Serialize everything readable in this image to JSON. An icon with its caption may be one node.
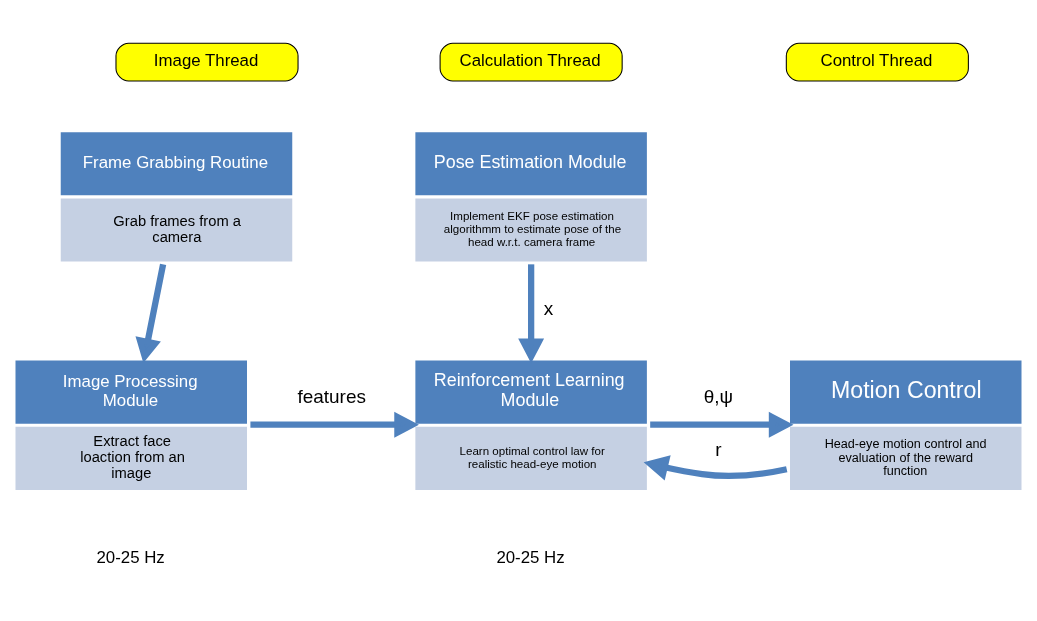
{
  "diagram": {
    "nodes": [
      {
        "text": [
          "Image Thread"
        ]
      },
      {
        "text": [
          "Calculation Thread"
        ]
      },
      {
        "text": [
          "Control Thread"
        ]
      },
      {
        "text": [
          "Frame Grabbing Routine",
          "Grab frames from a camera"
        ]
      },
      {
        "text": [
          "Pose Estimation Module",
          "Implement EKF pose estimation algorithmm to estimate pose of the head w.r.t. camera frame"
        ]
      },
      {
        "text": [
          "Image Processing Module",
          "Extract face loaction from an image"
        ]
      },
      {
        "text": [
          "Reinforcement Learning Module",
          "Learn optimal control law for realistic head-eye motion"
        ]
      },
      {
        "text": [
          "Motion Control",
          "Head-eye motion control and evaluation of the reward function"
        ]
      }
    ],
    "edges": [
      {
        "from": 3,
        "to": 5,
        "arrow": "to"
      },
      {
        "from": 4,
        "to": 6,
        "arrow": "to",
        "label": "x"
      },
      {
        "from": 5,
        "to": 6,
        "arrow": "to",
        "label": "features"
      },
      {
        "from": 6,
        "to": 7,
        "arrow": "to",
        "label": "θ,ψ"
      },
      {
        "from": 7,
        "to": 6,
        "arrow": "to",
        "label": "r"
      }
    ],
    "labels": [
      "20-25 Hz",
      "20-25 Hz"
    ]
  }
}
